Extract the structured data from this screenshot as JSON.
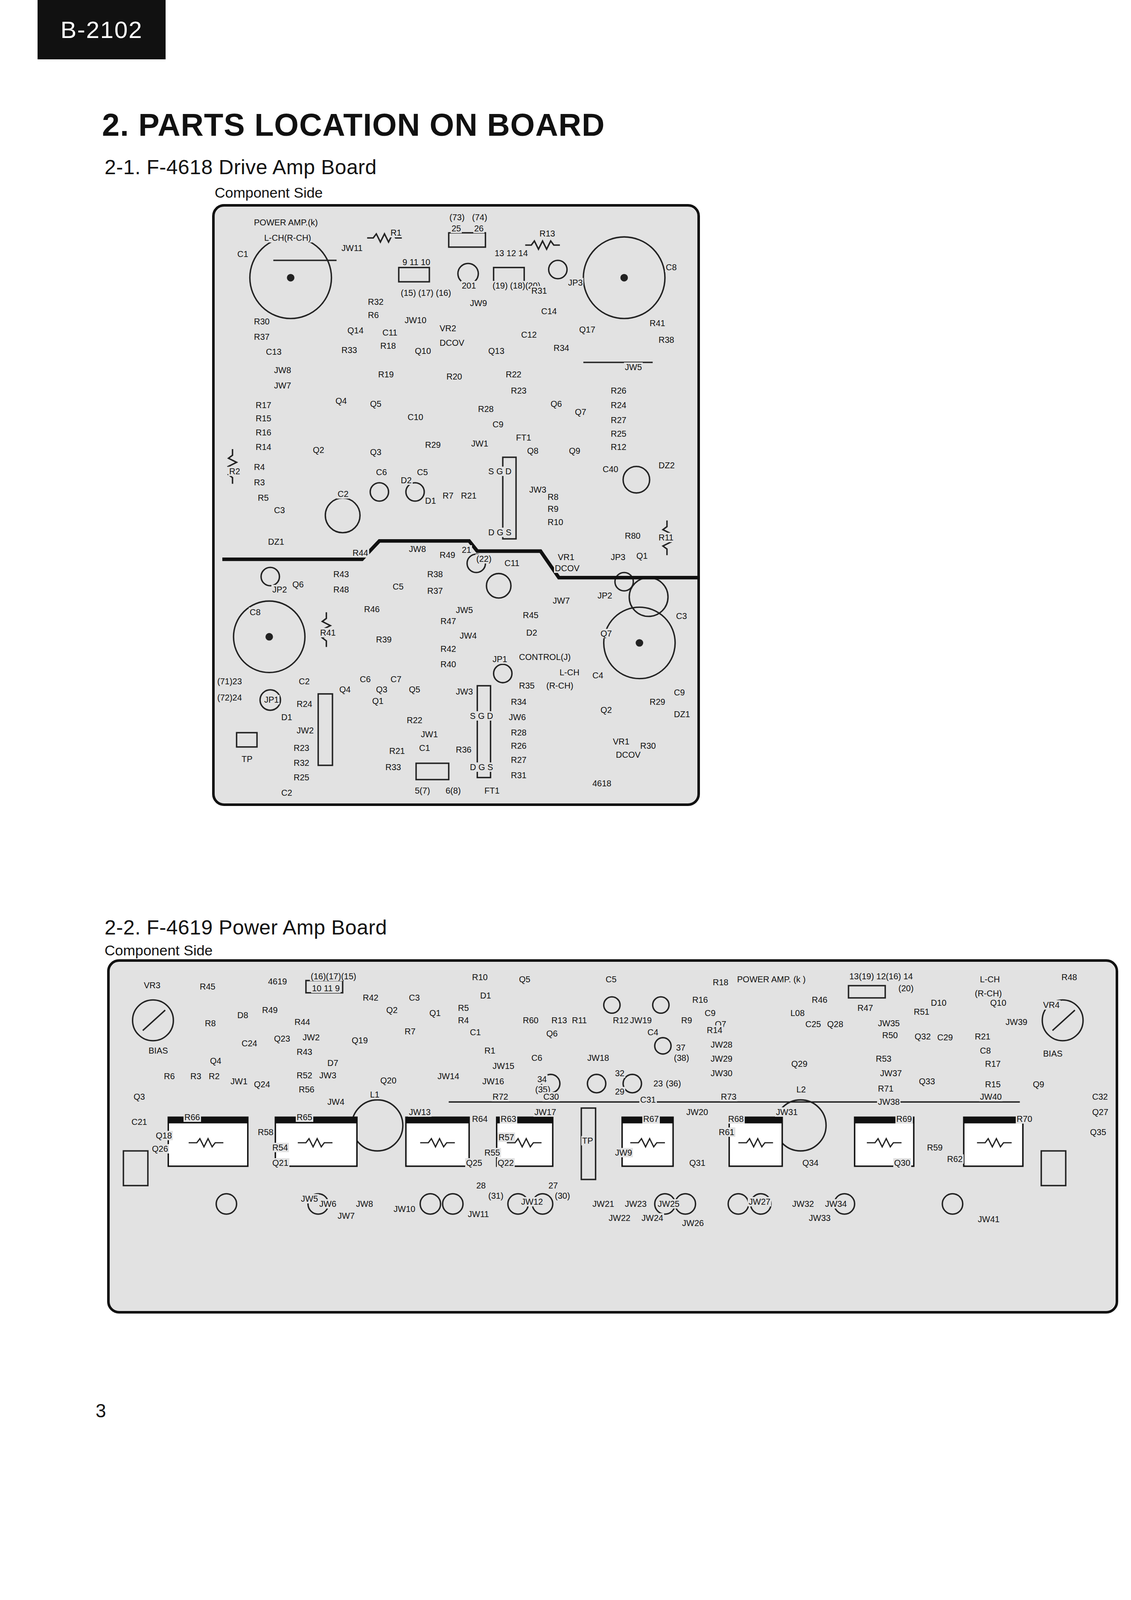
{
  "diagram": {
    "title": "2. PARTS LOCATION ON BOARD",
    "nodes": [
      {
        "text": [
          "B-2102"
        ]
      },
      {
        "text": [
          "2-1. F-4618 Drive Amp Board",
          "Component Side"
        ]
      },
      {
        "text": [
          "2-2. F-4619 Power Amp Board",
          "Component Side"
        ]
      }
    ],
    "labels": [
      "3",
      "POWER AMP.(k)",
      "L-CH(R-CH)",
      "C1",
      "R1",
      "(73)",
      "(74)",
      "25",
      "26",
      "R13",
      "C8",
      "JW11",
      "9 11 10",
      "(15) (17) (16)",
      "13 12 14",
      "201",
      "(19) (18)(20)",
      "R31",
      "JP3",
      "R32",
      "JW9",
      "C14",
      "R6",
      "Q14",
      "Q17",
      "R41",
      "R30",
      "C11",
      "JW10",
      "VR2",
      "C12",
      "R38",
      "R37",
      "C13",
      "R33",
      "Q10",
      "DCOV",
      "Q13",
      "R34",
      "JW8",
      "R18",
      "JW5",
      "R19",
      "R20",
      "R22",
      "JW7",
      "R23",
      "R26",
      "R17",
      "Q4",
      "Q5",
      "Q6",
      "Q7",
      "R24",
      "R15",
      "C10",
      "R28",
      "R27",
      "R16",
      "C9",
      "FT1",
      "R25",
      "R14",
      "Q2",
      "Q3",
      "R29",
      "JW1",
      "Q8",
      "Q9",
      "R12",
      "R2",
      "R4",
      "C6",
      "D2",
      "C5",
      "C40",
      "DZ2",
      "R3",
      "R7",
      "R21",
      "S G D",
      "JW3",
      "R8",
      "R5",
      "C2",
      "D1",
      "R9",
      "R80",
      "C3",
      "R10",
      "DZ1",
      "D G S",
      "R11",
      "R44",
      "JW8",
      "R49",
      "21",
      "(22)",
      "C11",
      "VR1",
      "DCOV",
      "JP3",
      "Q1",
      "Q6",
      "JP2",
      "R43",
      "R48",
      "C5",
      "R38",
      "R37",
      "JW7",
      "JP2",
      "C3",
      "C8",
      "R46",
      "JW5",
      "R45",
      "R41",
      "R39",
      "R47",
      "JW4",
      "D2",
      "Q7",
      "R42",
      "JP1",
      "CONTROL(J)",
      "L-CH",
      "R40",
      "R35",
      "(R-CH)",
      "C4",
      "C9",
      "(71)23",
      "(72)24",
      "C2",
      "Q4",
      "C6",
      "Q3",
      "C7",
      "Q5",
      "JP1",
      "R24",
      "Q1",
      "JW3",
      "R34",
      "R29",
      "DZ1",
      "Q2",
      "D1",
      "JW2",
      "R22",
      "JW1",
      "JW6",
      "R28",
      "TP",
      "R23",
      "C1",
      "R21",
      "R36",
      "R26",
      "VR1",
      "DCOV",
      "R30",
      "R32",
      "R33",
      "R27",
      "R25",
      "5(7)",
      "6(8)",
      "FT1",
      "R31",
      "4618",
      "C2",
      "S G D",
      "D G S",
      "VR3",
      "R45",
      "4619",
      "(16)(17)(15)",
      "10 11 9",
      "R42",
      "C3",
      "R10",
      "D1",
      "Q5",
      "C5",
      "R18",
      "POWER AMP. (k )",
      "13(19) 12(16) 14",
      "(20)",
      "L-CH",
      "(R-CH)",
      "R48",
      "D8",
      "R49",
      "Q2",
      "Q1",
      "R5",
      "R4",
      "R60",
      "R13",
      "R11",
      "Q6",
      "R12",
      "JW19",
      "C4",
      "R9",
      "C9",
      "R16",
      "Q7",
      "R46",
      "L08",
      "C25",
      "Q28",
      "R47",
      "R51",
      "D10",
      "Q10",
      "VR4",
      "R8",
      "R44",
      "JW2",
      "Q23",
      "Q19",
      "R7",
      "C1",
      "R14",
      "JW35",
      "R50",
      "Q32",
      "C29",
      "JW39",
      "R21",
      "BIAS",
      "Q4",
      "C24",
      "R43",
      "D7",
      "Q24",
      "R52",
      "Q20",
      "JW14",
      "R1",
      "JW15",
      "JW16",
      "C6",
      "JW18",
      "37",
      "(38)",
      "34",
      "(35)",
      "32",
      "29",
      "23",
      "(36)",
      "JW28",
      "JW29",
      "JW30",
      "Q29",
      "R53",
      "JW37",
      "Q33",
      "C8",
      "R17",
      "R15",
      "BIAS",
      "Q9",
      "C32",
      "Q3",
      "R6",
      "R3",
      "R2",
      "JW1",
      "R56",
      "JW3",
      "JW4",
      "R72",
      "C30",
      "C31",
      "R73",
      "R71",
      "JW38",
      "JW40",
      "C21",
      "R66",
      "R58",
      "R54",
      "R65",
      "L1",
      "JW13",
      "R64",
      "R63",
      "JW17",
      "TP",
      "R67",
      "JW20",
      "R68",
      "JW31",
      "L2",
      "R69",
      "R70",
      "Q27",
      "Q18",
      "Q26",
      "R55",
      "R57",
      "JW9",
      "R61",
      "R59",
      "R62",
      "Q35",
      "Q21",
      "Q25",
      "Q22",
      "Q31",
      "Q34",
      "Q30",
      "28",
      "(31)",
      "27",
      "(30)",
      "JW5",
      "JW6",
      "JW7",
      "JW8",
      "JW10",
      "JW11",
      "JW12",
      "JW21",
      "JW22",
      "JW23",
      "JW24",
      "JW25",
      "JW26",
      "JW27",
      "JW32",
      "JW33",
      "JW34",
      "JW41"
    ]
  }
}
